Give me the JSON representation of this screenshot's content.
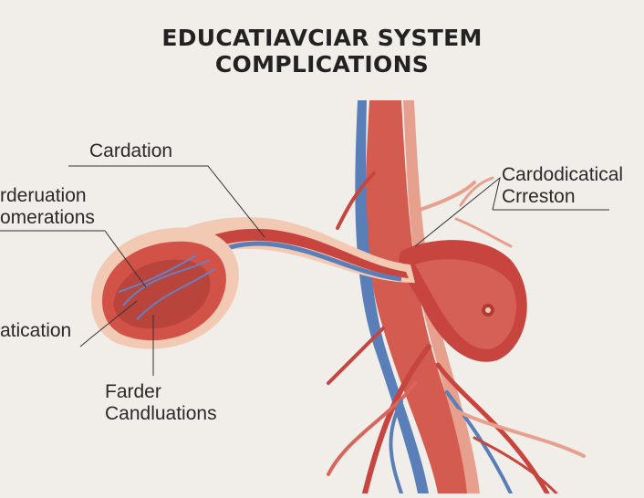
{
  "title": {
    "line1": "EDUCATIAVCIAR SYSTEM",
    "line2": "COMPLICATIONS"
  },
  "labels": {
    "cardation": "Cardation",
    "rderuation": "rderuation",
    "omerations": "omerations",
    "atication": "atication",
    "farder": "Farder",
    "candluations": "Candluations",
    "cardodicatical": "Cardodicatical",
    "crreston": "Crreston"
  },
  "colors": {
    "background": "#f1eeea",
    "artery": "#c7453e",
    "artery_light": "#e8a08e",
    "vein": "#5a7fb8",
    "tissue": "#f2c9b3",
    "leader_line": "#333333"
  }
}
